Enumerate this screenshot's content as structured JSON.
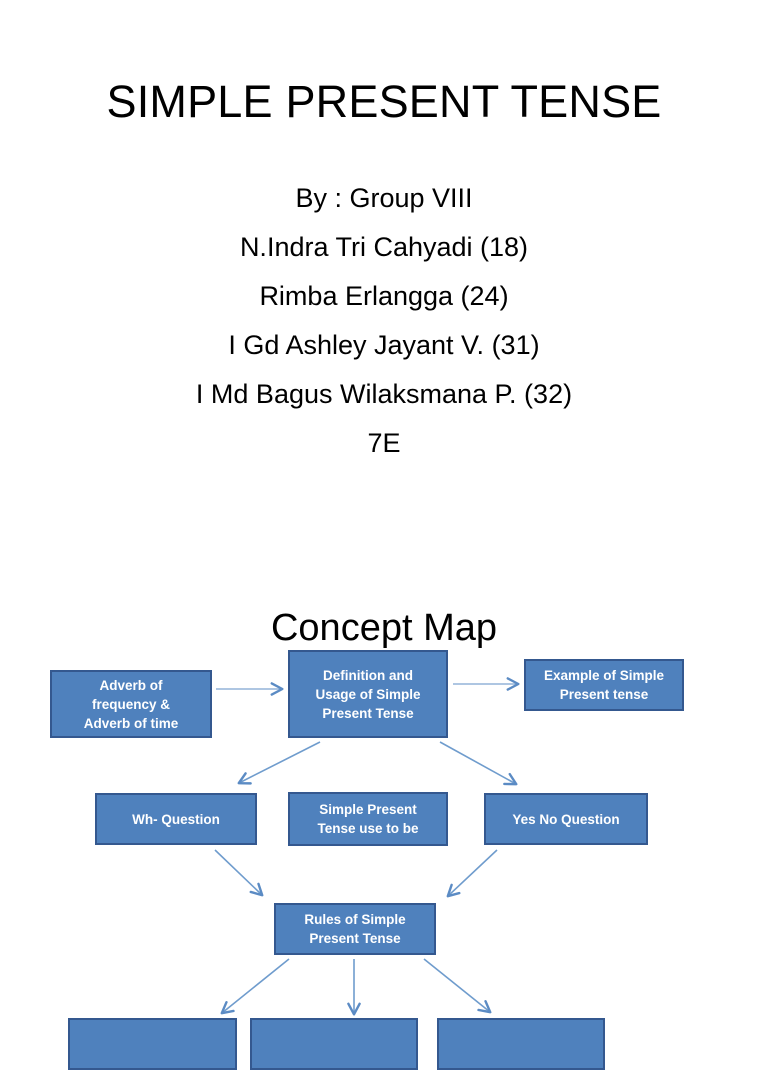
{
  "slide": {
    "title": "SIMPLE PRESENT TENSE",
    "authors": [
      "By : Group VIII",
      "N.Indra Tri Cahyadi (18)",
      "Rimba Erlangga (24)",
      "I Gd Ashley Jayant V. (31)",
      "I Md Bagus Wilaksmana P. (32)",
      "7E"
    ],
    "section_heading": "Concept Map"
  },
  "colors": {
    "node_fill": "#4f81bd",
    "node_border": "#34588f",
    "node_text": "#ffffff",
    "arrow": "#7ba0cd",
    "background": "#ffffff",
    "text": "#000000"
  },
  "concept_map": {
    "nodes": [
      {
        "id": "adverb",
        "label": "Adverb of\nfrequency &\nAdverb of time"
      },
      {
        "id": "definition",
        "label": "Definition and\nUsage of Simple\nPresent Tense"
      },
      {
        "id": "example",
        "label": "Example of Simple\nPresent tense"
      },
      {
        "id": "wh",
        "label": "Wh- Question"
      },
      {
        "id": "tobe",
        "label": "Simple Present\nTense use to be"
      },
      {
        "id": "yesno",
        "label": "Yes No Question"
      },
      {
        "id": "rules",
        "label": "Rules of Simple\nPresent Tense"
      },
      {
        "id": "bottom-1",
        "label": ""
      },
      {
        "id": "bottom-2",
        "label": ""
      },
      {
        "id": "bottom-3",
        "label": ""
      }
    ],
    "edges": [
      {
        "from": "adverb",
        "to": "definition"
      },
      {
        "from": "definition",
        "to": "example"
      },
      {
        "from": "definition",
        "to": "wh"
      },
      {
        "from": "definition",
        "to": "yesno"
      },
      {
        "from": "wh",
        "to": "rules"
      },
      {
        "from": "yesno",
        "to": "rules"
      },
      {
        "from": "rules",
        "to": "bottom-1"
      },
      {
        "from": "rules",
        "to": "bottom-2"
      },
      {
        "from": "rules",
        "to": "bottom-3"
      }
    ]
  }
}
